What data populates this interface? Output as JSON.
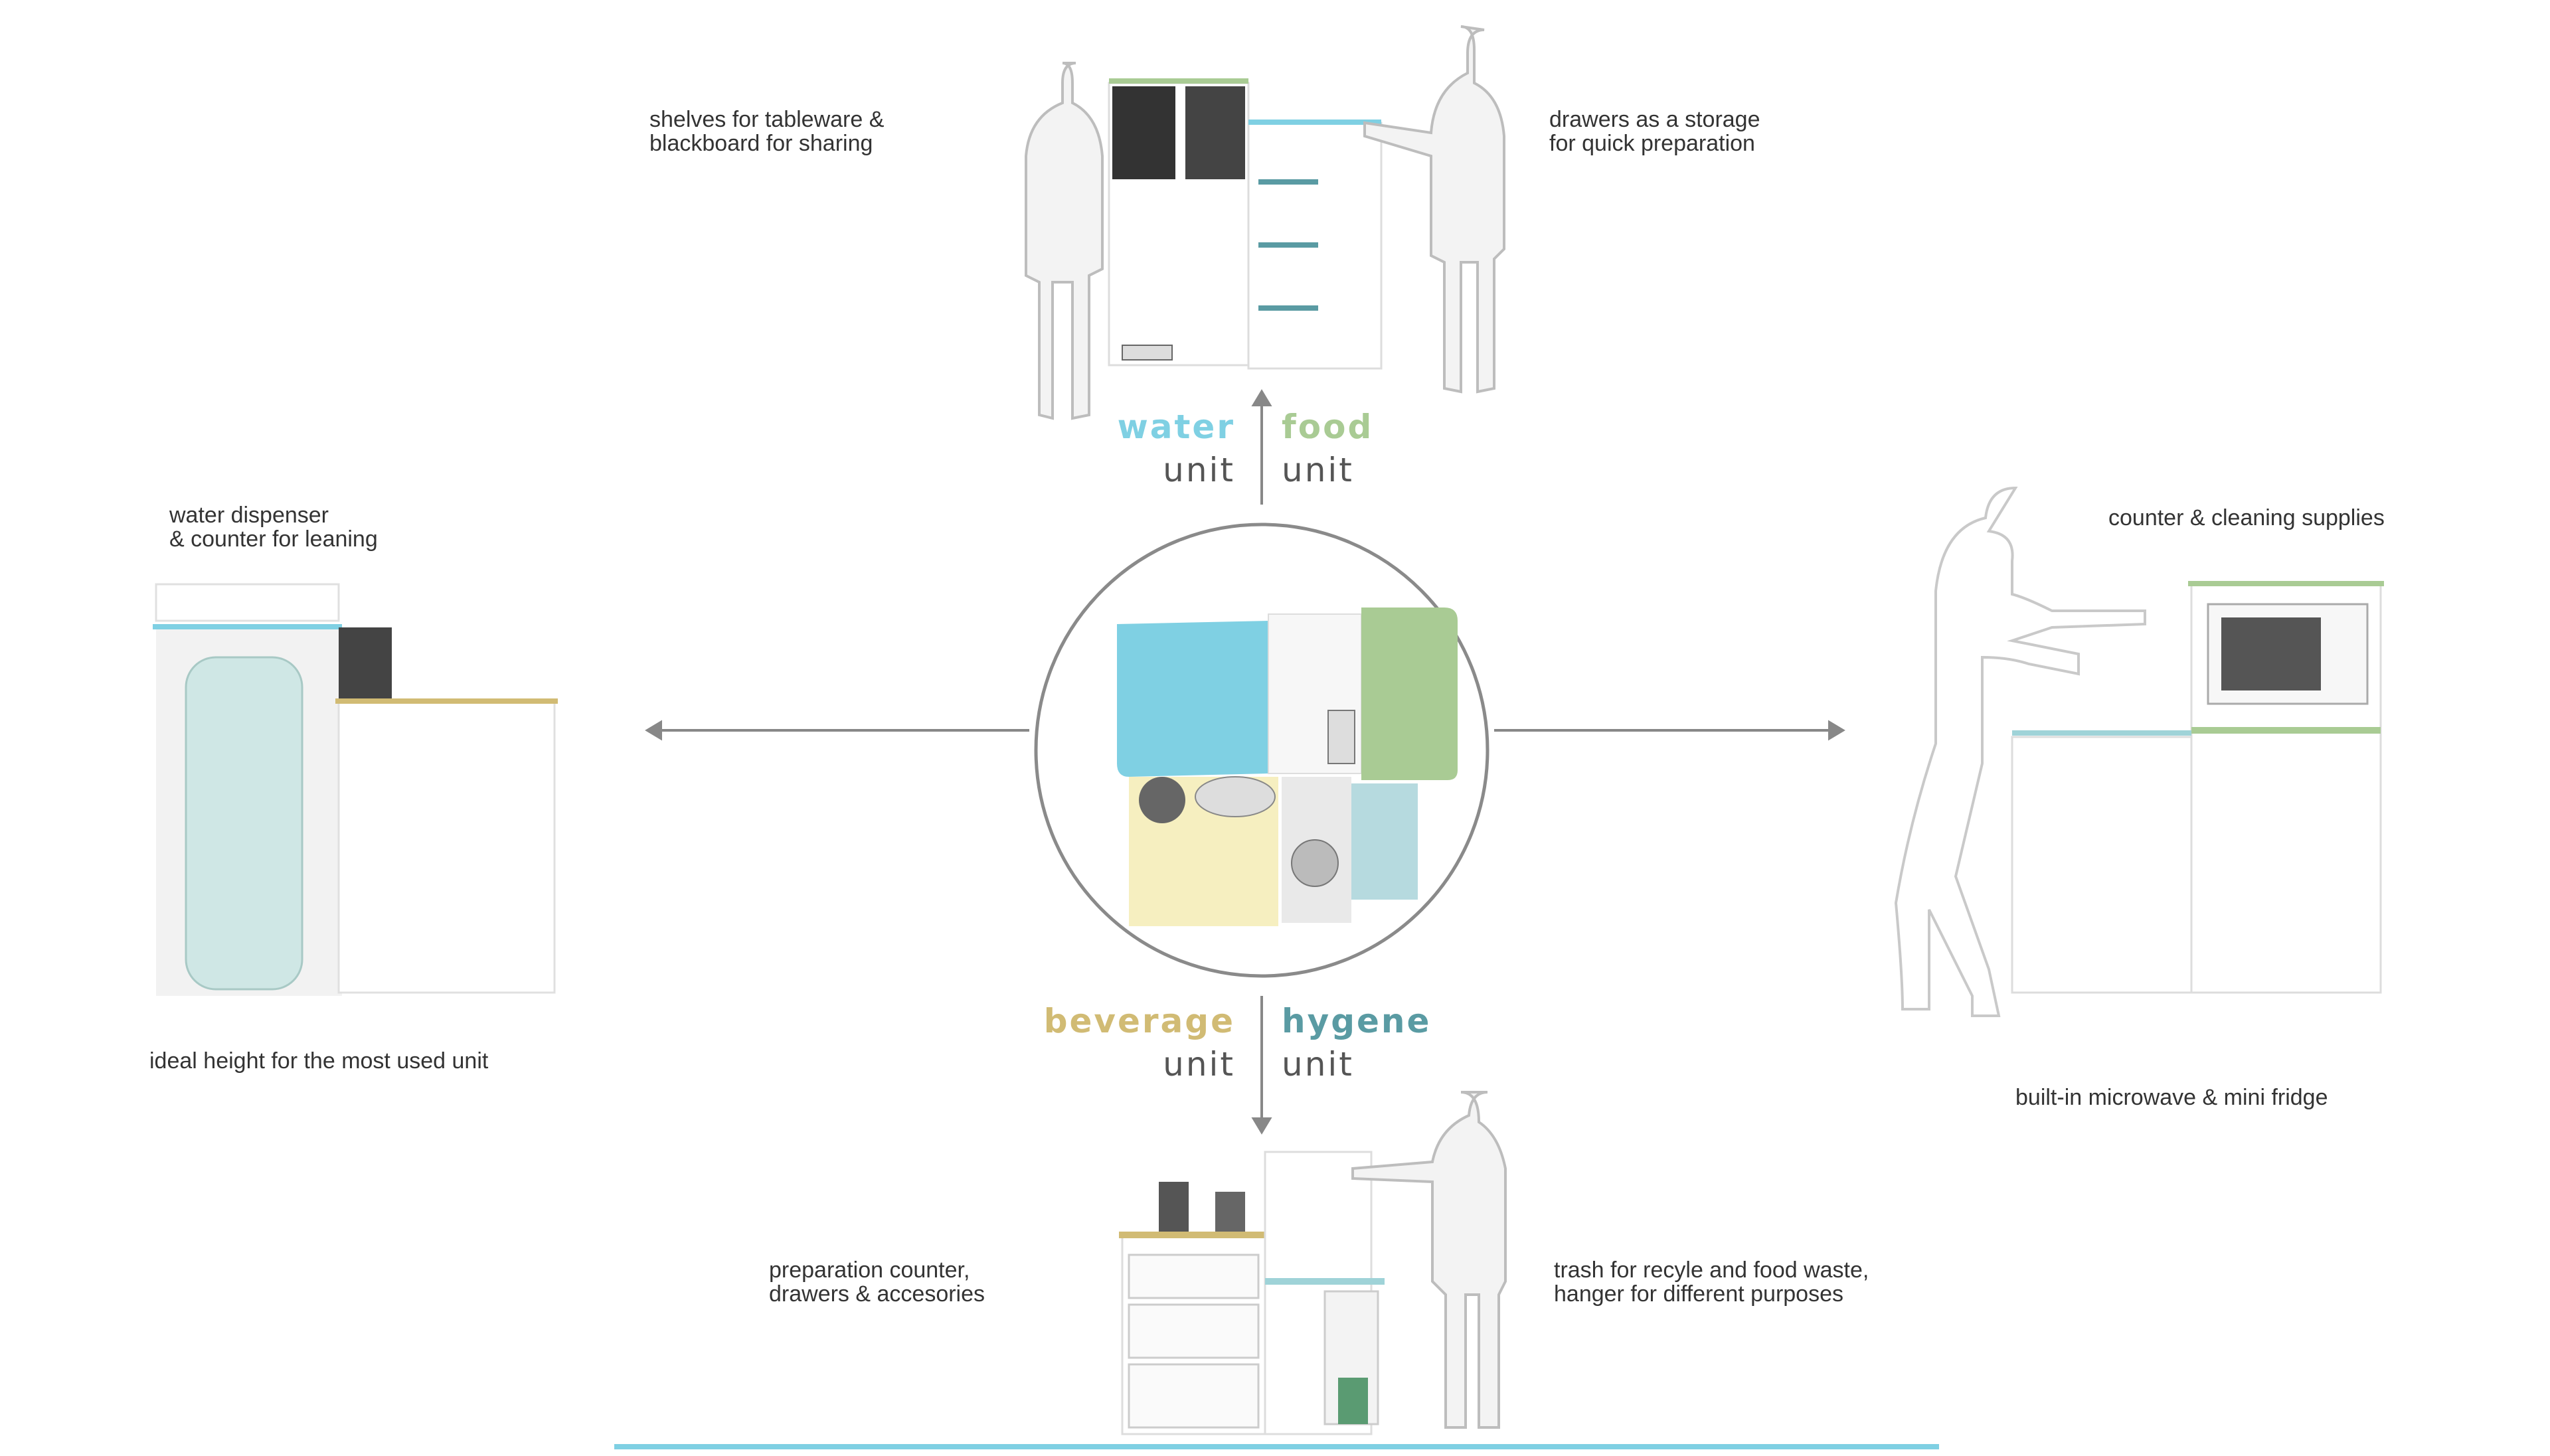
{
  "colors": {
    "water": "#7fd0e3",
    "food": "#a9cb94",
    "beverage": "#d1bb74",
    "hygene": "#5a9ba3",
    "connector": "#888888",
    "floor_line": "#7fd0e3"
  },
  "units": {
    "water": {
      "title": "water",
      "subtitle": "unit"
    },
    "food": {
      "title": "food",
      "subtitle": "unit"
    },
    "beverage": {
      "title": "beverage",
      "subtitle": "unit"
    },
    "hygene": {
      "title": "hygene",
      "subtitle": "unit"
    }
  },
  "captions": {
    "top_left": "shelves for tableware &\nblackboard for sharing",
    "top_right": "drawers as a storage\nfor quick preparation",
    "left_top": "water dispenser\n& counter for leaning",
    "left_bottom": "ideal height for the most used unit",
    "right_top": "counter & cleaning supplies",
    "right_bottom": "built-in microwave & mini fridge",
    "bottom_left": "preparation counter,\ndrawers & accesories",
    "bottom_right": "trash for recyle and food waste,\nhanger for different purposes"
  },
  "icons": {
    "top_figures": "person-silhouette-icon",
    "right_figure": "person-silhouette-icon",
    "bottom_figure": "person-silhouette-icon"
  }
}
